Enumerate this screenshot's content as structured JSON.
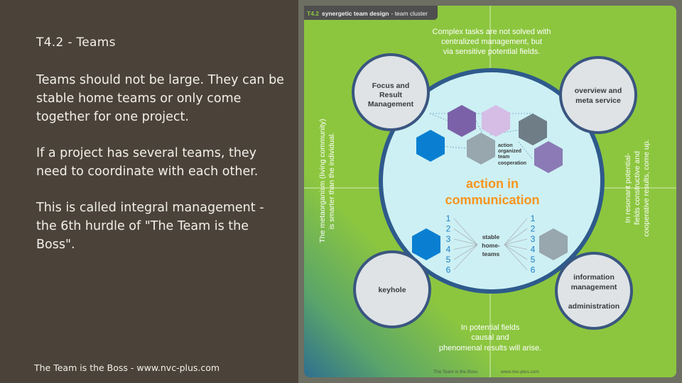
{
  "slide": {
    "title": "T4.2 - Teams",
    "paragraphs": [
      "Teams should not be large. They can be stable home teams or only come together for one project.",
      "If a project has several teams, they need to coordinate with each other.",
      "This is called integral management - the 6th hurdle of \"The Team is the Boss\"."
    ],
    "footer": "The Team is the Boss - www.nvc-plus.com"
  },
  "figure": {
    "header_code": "T4.2",
    "header_title": "synergetic team design",
    "header_sub": "- team cluster",
    "top_text": [
      "Complex tasks are not solved with",
      "centralized management, but",
      "via sensitive potential fields."
    ],
    "bottom_text": [
      "In potential fields",
      "causal and",
      "phenomenal results will arise."
    ],
    "left_side_text": [
      "The metaorganism (living community)",
      "is smarter than the individual."
    ],
    "right_side_text": [
      "In resonant potential-",
      "fields constructive and",
      "cooperative results, come up."
    ],
    "corner_circles": {
      "top_left": [
        "Focus and",
        "Result",
        "Management"
      ],
      "top_right": [
        "overview and",
        "meta service"
      ],
      "bottom_left": [
        "keyhole"
      ],
      "bottom_right": [
        "information",
        "management",
        "",
        "administration"
      ]
    },
    "center_title": [
      "action in",
      "communication"
    ],
    "action_label": [
      "action",
      "organized",
      "team",
      "cooperation"
    ],
    "home_label": [
      "stable",
      "home-",
      "teams"
    ],
    "numbers": [
      "1",
      "2",
      "3",
      "4",
      "5",
      "6"
    ],
    "footer_left": "The Team is the Boss",
    "footer_right": "www.nvc-plus.com"
  },
  "colors": {
    "left_bg": "#4b433a",
    "green": "#8cc63f",
    "center_circle": "#cdf0f4",
    "ring": "#2e5a8c",
    "orange": "#f7941d",
    "hex_blue": "#0a7fd1",
    "hex_purple": "#7b62a8",
    "hex_gray": "#8e9aa3"
  }
}
